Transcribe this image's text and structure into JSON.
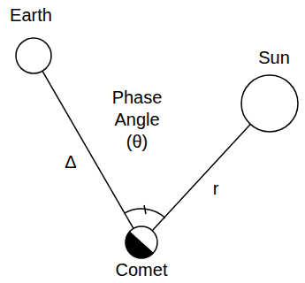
{
  "diagram": {
    "nodes": [
      {
        "text": [
          "Earth"
        ]
      },
      {
        "text": [
          "Sun"
        ]
      },
      {
        "text": [
          "Comet"
        ]
      }
    ],
    "edges": [
      {
        "from": 2,
        "to": 0,
        "label": "Δ",
        "arrow": "none"
      },
      {
        "from": 2,
        "to": 1,
        "label": "r",
        "arrow": "none"
      }
    ],
    "labels": [
      "Phase Angle (θ)"
    ]
  }
}
